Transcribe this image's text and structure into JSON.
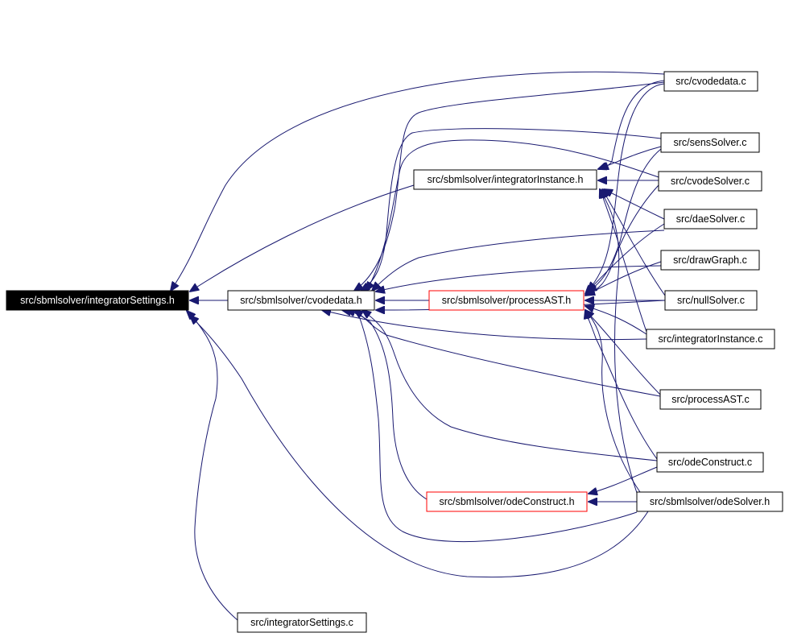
{
  "graph": {
    "colors": {
      "edge": "#191970",
      "focus_fill": "#000000",
      "focus_text": "#ffffff",
      "border": "#000000",
      "truncated_border": "#ff0000"
    },
    "nodes": {
      "integratorSettings_h": {
        "label": "src/sbmlsolver/integratorSettings.h",
        "style": "focus"
      },
      "cvodedata_h": {
        "label": "src/sbmlsolver/cvodedata.h",
        "style": "normal"
      },
      "integratorInstance_h": {
        "label": "src/sbmlsolver/integratorInstance.h",
        "style": "normal"
      },
      "processAST_h": {
        "label": "src/sbmlsolver/processAST.h",
        "style": "truncated"
      },
      "odeConstruct_h": {
        "label": "src/sbmlsolver/odeConstruct.h",
        "style": "truncated"
      },
      "integratorSettings_c": {
        "label": "src/integratorSettings.c",
        "style": "normal"
      },
      "cvodedata_c": {
        "label": "src/cvodedata.c",
        "style": "normal"
      },
      "sensSolver_c": {
        "label": "src/sensSolver.c",
        "style": "normal"
      },
      "cvodeSolver_c": {
        "label": "src/cvodeSolver.c",
        "style": "normal"
      },
      "daeSolver_c": {
        "label": "src/daeSolver.c",
        "style": "normal"
      },
      "drawGraph_c": {
        "label": "src/drawGraph.c",
        "style": "normal"
      },
      "nullSolver_c": {
        "label": "src/nullSolver.c",
        "style": "normal"
      },
      "integratorInstance_c": {
        "label": "src/integratorInstance.c",
        "style": "normal"
      },
      "processAST_c": {
        "label": "src/processAST.c",
        "style": "normal"
      },
      "odeConstruct_c": {
        "label": "src/odeConstruct.c",
        "style": "normal"
      },
      "odeSolver_h": {
        "label": "src/sbmlsolver/odeSolver.h",
        "style": "normal"
      }
    }
  }
}
